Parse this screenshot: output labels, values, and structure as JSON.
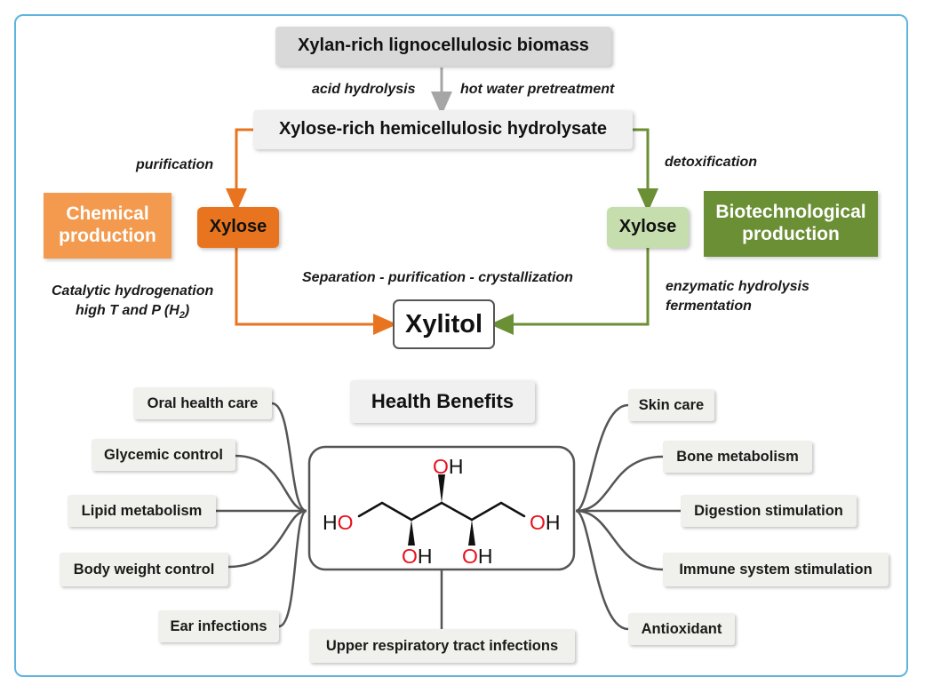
{
  "biomass": "Xylan-rich lignocellulosic biomass",
  "hydrolysate": "Xylose-rich hemicellulosic hydrolysate",
  "steps": {
    "acid_hydrolysis": "acid hydrolysis",
    "hot_water": "hot water pretreatment",
    "purification": "purification",
    "detoxification": "detoxification",
    "separation": "Separation - purification - crystallization",
    "catalytic_line1": "Catalytic hydrogenation",
    "catalytic_line2": "high T and P (H",
    "catalytic_sub": "2",
    "catalytic_close": ")",
    "enzymatic_line1": "enzymatic hydrolysis",
    "enzymatic_line2": "fermentation"
  },
  "xylose_left": "Xylose",
  "xylose_right": "Xylose",
  "chemical": {
    "line1": "Chemical",
    "line2": "production"
  },
  "biotech": {
    "line1": "Biotechnological",
    "line2": "production"
  },
  "product": "Xylitol",
  "health_title": "Health Benefits",
  "benefits_left": [
    "Oral health care",
    "Glycemic control",
    "Lipid metabolism",
    "Body weight control",
    "Ear infections"
  ],
  "benefits_right": [
    "Skin care",
    "Bone metabolism",
    "Digestion stimulation",
    "Immune system stimulation",
    "Antioxidant"
  ],
  "benefit_bottom": "Upper respiratory tract infections",
  "molecule": {
    "oh_top": "OH",
    "oh_right": "OH",
    "ho_left": "HO",
    "oh_bottom_left": "OH",
    "oh_bottom_right": "OH"
  },
  "colors": {
    "orange": "#e8741f",
    "chemical_box": "#f39a4e",
    "green": "#6b8f35",
    "green_light": "#c6deae",
    "border": "#5fb4dc",
    "oxygen": "#e8101c"
  }
}
